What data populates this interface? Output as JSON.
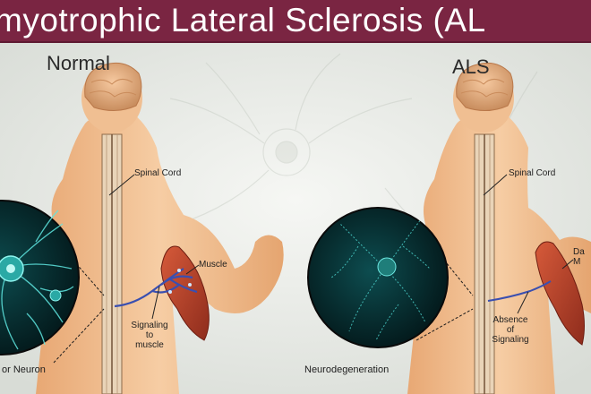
{
  "banner": {
    "title": "myotrophic Lateral Sclerosis (AL"
  },
  "panels": {
    "normal": {
      "heading": "Normal",
      "spinal_cord": "Spinal Cord",
      "muscle": "Muscle",
      "signal_line1": "Signaling",
      "signal_line2": "to",
      "signal_line3": "muscle",
      "inset_caption": "or Neuron"
    },
    "als": {
      "heading": "ALS",
      "spinal_cord": "Spinal Cord",
      "muscle_line1": "Da",
      "muscle_line2": "M",
      "absence_line1": "Absence",
      "absence_line2": "of",
      "absence_line3": "Signaling",
      "inset_caption": "Neurodegeneration"
    }
  },
  "colors": {
    "banner": "#7a2542",
    "skin": "#f2c49a",
    "muscle": "#b8442a",
    "nerve": "#3a4fb0",
    "neuron_glow": "#3fd6d0",
    "inset_bg": "#062a2e"
  }
}
